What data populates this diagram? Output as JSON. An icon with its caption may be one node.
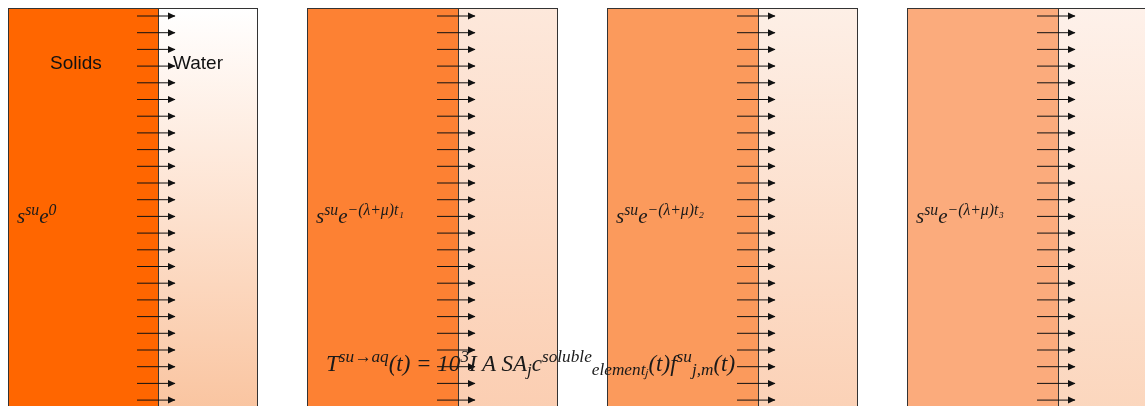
{
  "diagram": {
    "nodes": [
      {
        "text": [
          "Solids",
          "s$^{su}$e$^{0}$"
        ]
      },
      {
        "text": [
          "Water"
        ]
      },
      {
        "text": [
          "s$^{su}$e$^{−(λ+μ)t₁}$"
        ]
      },
      {
        "text": [],
        "shape": "box"
      },
      {
        "text": [
          "s$^{su}$e$^{−(λ+μ)t₂}$"
        ]
      },
      {
        "text": [],
        "shape": "box"
      },
      {
        "text": [
          "s$^{su}$e$^{−(λ+μ)t₃}$"
        ]
      },
      {
        "text": [],
        "shape": "box"
      }
    ],
    "edges": [
      {
        "from": 0,
        "to": 1,
        "arrow": "to"
      },
      {
        "from": 0,
        "to": 1,
        "arrow": "to"
      },
      {
        "from": 0,
        "to": 1,
        "arrow": "to"
      },
      {
        "from": 0,
        "to": 1,
        "arrow": "to"
      },
      {
        "from": 0,
        "to": 1,
        "arrow": "to"
      },
      {
        "from": 0,
        "to": 1,
        "arrow": "to"
      },
      {
        "from": 0,
        "to": 1,
        "arrow": "to"
      },
      {
        "from": 0,
        "to": 1,
        "arrow": "to"
      },
      {
        "from": 0,
        "to": 1,
        "arrow": "to"
      },
      {
        "from": 0,
        "to": 1,
        "arrow": "to"
      },
      {
        "from": 0,
        "to": 1,
        "arrow": "to"
      },
      {
        "from": 0,
        "to": 1,
        "arrow": "to"
      },
      {
        "from": 0,
        "to": 1,
        "arrow": "to"
      },
      {
        "from": 0,
        "to": 1,
        "arrow": "to"
      },
      {
        "from": 0,
        "to": 1,
        "arrow": "to"
      },
      {
        "from": 0,
        "to": 1,
        "arrow": "to"
      },
      {
        "from": 0,
        "to": 1,
        "arrow": "to"
      },
      {
        "from": 0,
        "to": 1,
        "arrow": "to"
      },
      {
        "from": 0,
        "to": 1,
        "arrow": "to"
      },
      {
        "from": 0,
        "to": 1,
        "arrow": "to"
      },
      {
        "from": 0,
        "to": 1,
        "arrow": "to"
      },
      {
        "from": 0,
        "to": 1,
        "arrow": "to"
      },
      {
        "from": 0,
        "to": 1,
        "arrow": "to"
      },
      {
        "from": 0,
        "to": 1,
        "arrow": "to"
      },
      {
        "from": 2,
        "to": 3,
        "arrow": "to"
      },
      {
        "from": 2,
        "to": 3,
        "arrow": "to"
      },
      {
        "from": 2,
        "to": 3,
        "arrow": "to"
      },
      {
        "from": 2,
        "to": 3,
        "arrow": "to"
      },
      {
        "from": 2,
        "to": 3,
        "arrow": "to"
      },
      {
        "from": 2,
        "to": 3,
        "arrow": "to"
      },
      {
        "from": 2,
        "to": 3,
        "arrow": "to"
      },
      {
        "from": 2,
        "to": 3,
        "arrow": "to"
      },
      {
        "from": 2,
        "to": 3,
        "arrow": "to"
      },
      {
        "from": 2,
        "to": 3,
        "arrow": "to"
      },
      {
        "from": 2,
        "to": 3,
        "arrow": "to"
      },
      {
        "from": 2,
        "to": 3,
        "arrow": "to"
      },
      {
        "from": 2,
        "to": 3,
        "arrow": "to"
      },
      {
        "from": 2,
        "to": 3,
        "arrow": "to"
      },
      {
        "from": 2,
        "to": 3,
        "arrow": "to"
      },
      {
        "from": 2,
        "to": 3,
        "arrow": "to"
      },
      {
        "from": 2,
        "to": 3,
        "arrow": "to"
      },
      {
        "from": 2,
        "to": 3,
        "arrow": "to"
      },
      {
        "from": 2,
        "to": 3,
        "arrow": "to"
      },
      {
        "from": 2,
        "to": 3,
        "arrow": "to"
      },
      {
        "from": 2,
        "to": 3,
        "arrow": "to"
      },
      {
        "from": 2,
        "to": 3,
        "arrow": "to"
      },
      {
        "from": 2,
        "to": 3,
        "arrow": "to"
      },
      {
        "from": 2,
        "to": 3,
        "arrow": "to"
      },
      {
        "from": 4,
        "to": 5,
        "arrow": "to"
      },
      {
        "from": 4,
        "to": 5,
        "arrow": "to"
      },
      {
        "from": 4,
        "to": 5,
        "arrow": "to"
      },
      {
        "from": 4,
        "to": 5,
        "arrow": "to"
      },
      {
        "from": 4,
        "to": 5,
        "arrow": "to"
      },
      {
        "from": 4,
        "to": 5,
        "arrow": "to"
      },
      {
        "from": 4,
        "to": 5,
        "arrow": "to"
      },
      {
        "from": 4,
        "to": 5,
        "arrow": "to"
      },
      {
        "from": 4,
        "to": 5,
        "arrow": "to"
      },
      {
        "from": 4,
        "to": 5,
        "arrow": "to"
      },
      {
        "from": 4,
        "to": 5,
        "arrow": "to"
      },
      {
        "from": 4,
        "to": 5,
        "arrow": "to"
      },
      {
        "from": 4,
        "to": 5,
        "arrow": "to"
      },
      {
        "from": 4,
        "to": 5,
        "arrow": "to"
      },
      {
        "from": 4,
        "to": 5,
        "arrow": "to"
      },
      {
        "from": 4,
        "to": 5,
        "arrow": "to"
      },
      {
        "from": 4,
        "to": 5,
        "arrow": "to"
      },
      {
        "from": 4,
        "to": 5,
        "arrow": "to"
      },
      {
        "from": 4,
        "to": 5,
        "arrow": "to"
      },
      {
        "from": 4,
        "to": 5,
        "arrow": "to"
      },
      {
        "from": 4,
        "to": 5,
        "arrow": "to"
      },
      {
        "from": 4,
        "to": 5,
        "arrow": "to"
      },
      {
        "from": 4,
        "to": 5,
        "arrow": "to"
      },
      {
        "from": 4,
        "to": 5,
        "arrow": "to"
      },
      {
        "from": 6,
        "to": 7,
        "arrow": "to"
      },
      {
        "from": 6,
        "to": 7,
        "arrow": "to"
      },
      {
        "from": 6,
        "to": 7,
        "arrow": "to"
      },
      {
        "from": 6,
        "to": 7,
        "arrow": "to"
      },
      {
        "from": 6,
        "to": 7,
        "arrow": "to"
      },
      {
        "from": 6,
        "to": 7,
        "arrow": "to"
      },
      {
        "from": 6,
        "to": 7,
        "arrow": "to"
      },
      {
        "from": 6,
        "to": 7,
        "arrow": "to"
      },
      {
        "from": 6,
        "to": 7,
        "arrow": "to"
      },
      {
        "from": 6,
        "to": 7,
        "arrow": "to"
      },
      {
        "from": 6,
        "to": 7,
        "arrow": "to"
      },
      {
        "from": 6,
        "to": 7,
        "arrow": "to"
      },
      {
        "from": 6,
        "to": 7,
        "arrow": "to"
      },
      {
        "from": 6,
        "to": 7,
        "arrow": "to"
      },
      {
        "from": 6,
        "to": 7,
        "arrow": "to"
      },
      {
        "from": 6,
        "to": 7,
        "arrow": "to"
      },
      {
        "from": 6,
        "to": 7,
        "arrow": "to"
      },
      {
        "from": 6,
        "to": 7,
        "arrow": "to"
      },
      {
        "from": 6,
        "to": 7,
        "arrow": "to"
      },
      {
        "from": 6,
        "to": 7,
        "arrow": "to"
      },
      {
        "from": 6,
        "to": 7,
        "arrow": "to"
      },
      {
        "from": 6,
        "to": 7,
        "arrow": "to"
      },
      {
        "from": 6,
        "to": 7,
        "arrow": "to"
      },
      {
        "from": 6,
        "to": 7,
        "arrow": "to"
      }
    ],
    "labels": [
      "T$^{su→aq}$(t) = 10$^{3}$I A SA$_{j}$c$^{soluble}$$_{elementⱼ}$(t)f$^{su}$$_{j,m}$(t)"
    ]
  }
}
